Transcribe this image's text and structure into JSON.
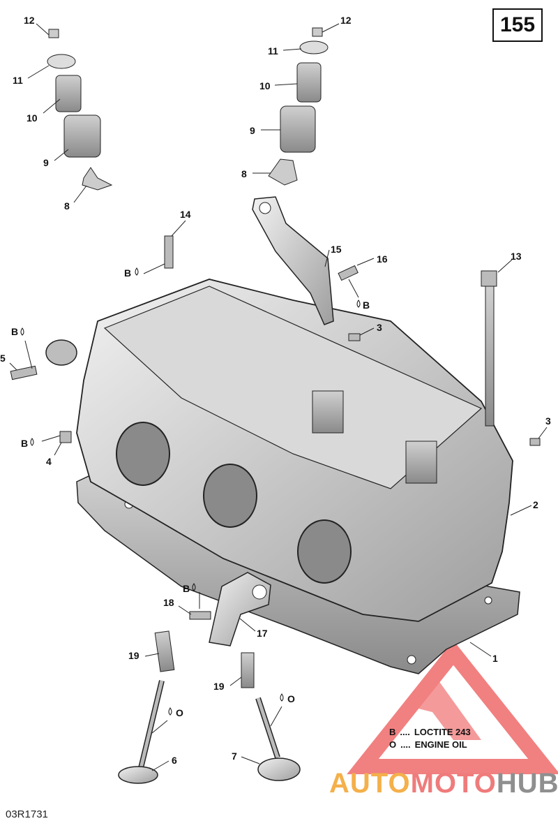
{
  "page_number": "155",
  "drawing_ref": "03R1731",
  "callouts": [
    {
      "id": "c12a",
      "label": "12"
    },
    {
      "id": "c11a",
      "label": "11"
    },
    {
      "id": "c10a",
      "label": "10"
    },
    {
      "id": "c9a",
      "label": "9"
    },
    {
      "id": "c8a",
      "label": "8"
    },
    {
      "id": "c12b",
      "label": "12"
    },
    {
      "id": "c11b",
      "label": "11"
    },
    {
      "id": "c10b",
      "label": "10"
    },
    {
      "id": "c9b",
      "label": "9"
    },
    {
      "id": "c8b",
      "label": "8"
    },
    {
      "id": "c14",
      "label": "14"
    },
    {
      "id": "c15",
      "label": "15"
    },
    {
      "id": "c16",
      "label": "16"
    },
    {
      "id": "c13",
      "label": "13"
    },
    {
      "id": "c3a",
      "label": "3"
    },
    {
      "id": "c3b",
      "label": "3"
    },
    {
      "id": "c5",
      "label": "5"
    },
    {
      "id": "c4",
      "label": "4"
    },
    {
      "id": "c2",
      "label": "2"
    },
    {
      "id": "c18",
      "label": "18"
    },
    {
      "id": "c17",
      "label": "17"
    },
    {
      "id": "c1",
      "label": "1"
    },
    {
      "id": "c19a",
      "label": "19"
    },
    {
      "id": "c19b",
      "label": "19"
    },
    {
      "id": "c6",
      "label": "6"
    },
    {
      "id": "c7",
      "label": "7"
    }
  ],
  "markers": {
    "b": "B",
    "o": "O",
    "drop": " "
  },
  "legend": [
    {
      "code": "B",
      "dots": "....",
      "text": "LOCTITE 243"
    },
    {
      "code": "O",
      "dots": "....",
      "text": "ENGINE OIL"
    }
  ],
  "watermark": {
    "part1": "AUTO",
    "part2": "MOTO",
    "part3": "HUB"
  },
  "colors": {
    "line": "#222222",
    "part_fill": "#e6e6e6",
    "part_shade": "#b5b5b5",
    "watermark_red": "#ef6b6b",
    "watermark_orange": "#f4b04a"
  }
}
